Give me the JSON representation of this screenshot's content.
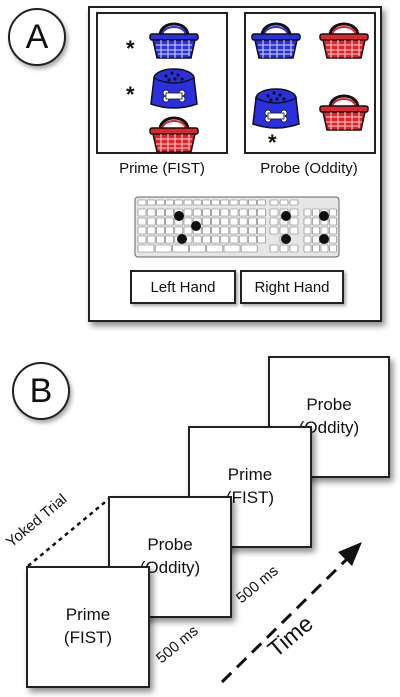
{
  "panel_a": {
    "label": "A",
    "prime_caption": "Prime (FIST)",
    "probe_caption": "Probe (Oddity)",
    "star_glyph": "*",
    "left_hand": "Left Hand",
    "right_hand": "Right Hand",
    "colors": {
      "blue_object": "#2a2fe0",
      "red_object": "#e0242a"
    }
  },
  "panel_b": {
    "label": "B",
    "steps": [
      {
        "line1": "Prime",
        "line2": "(FIST)"
      },
      {
        "line1": "Probe",
        "line2": "(Oddity)"
      },
      {
        "line1": "Prime",
        "line2": "(FIST)"
      },
      {
        "line1": "Probe",
        "line2": "(Oddity)"
      }
    ],
    "interval_1": "500 ms",
    "interval_2": "500 ms",
    "yoked_label": "Yoked Trial",
    "time_label": "Time"
  }
}
